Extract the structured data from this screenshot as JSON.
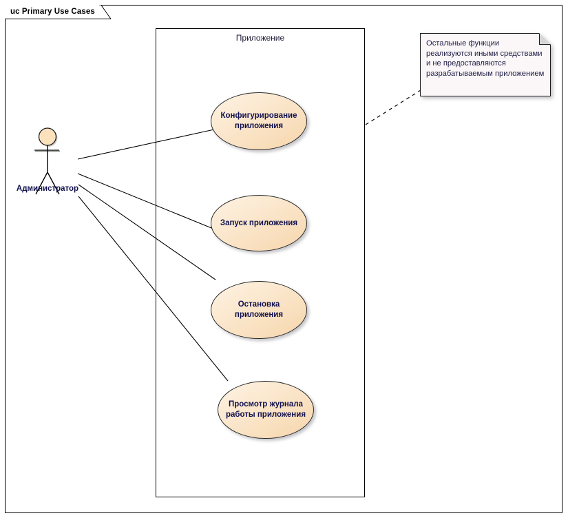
{
  "diagram": {
    "frame_title": "uc Primary Use Cases",
    "boundary_label": "Приложение",
    "actor": {
      "name": "Администратор",
      "icon": "actor-stick-figure"
    },
    "use_cases": [
      {
        "id": "configure",
        "label": "Конфигурирование\nприложения"
      },
      {
        "id": "start",
        "label": "Запуск приложения"
      },
      {
        "id": "stop",
        "label": "Остановка\nприложения"
      },
      {
        "id": "view-log",
        "label": "Просмотр журнала\nработы приложения"
      }
    ],
    "note": {
      "text": "Остальные функции реализуются иными средствами и не предоставляются разрабатываемым приложением"
    },
    "colors": {
      "usecase_fill_light": "#fdf3e4",
      "usecase_fill_dark": "#f6d6ac",
      "usecase_stroke": "#2b2b2b",
      "text_navy": "#11114e",
      "note_fill": "#fbf6f7",
      "note_fold": "#d6d6d6",
      "line": "#000000"
    }
  }
}
